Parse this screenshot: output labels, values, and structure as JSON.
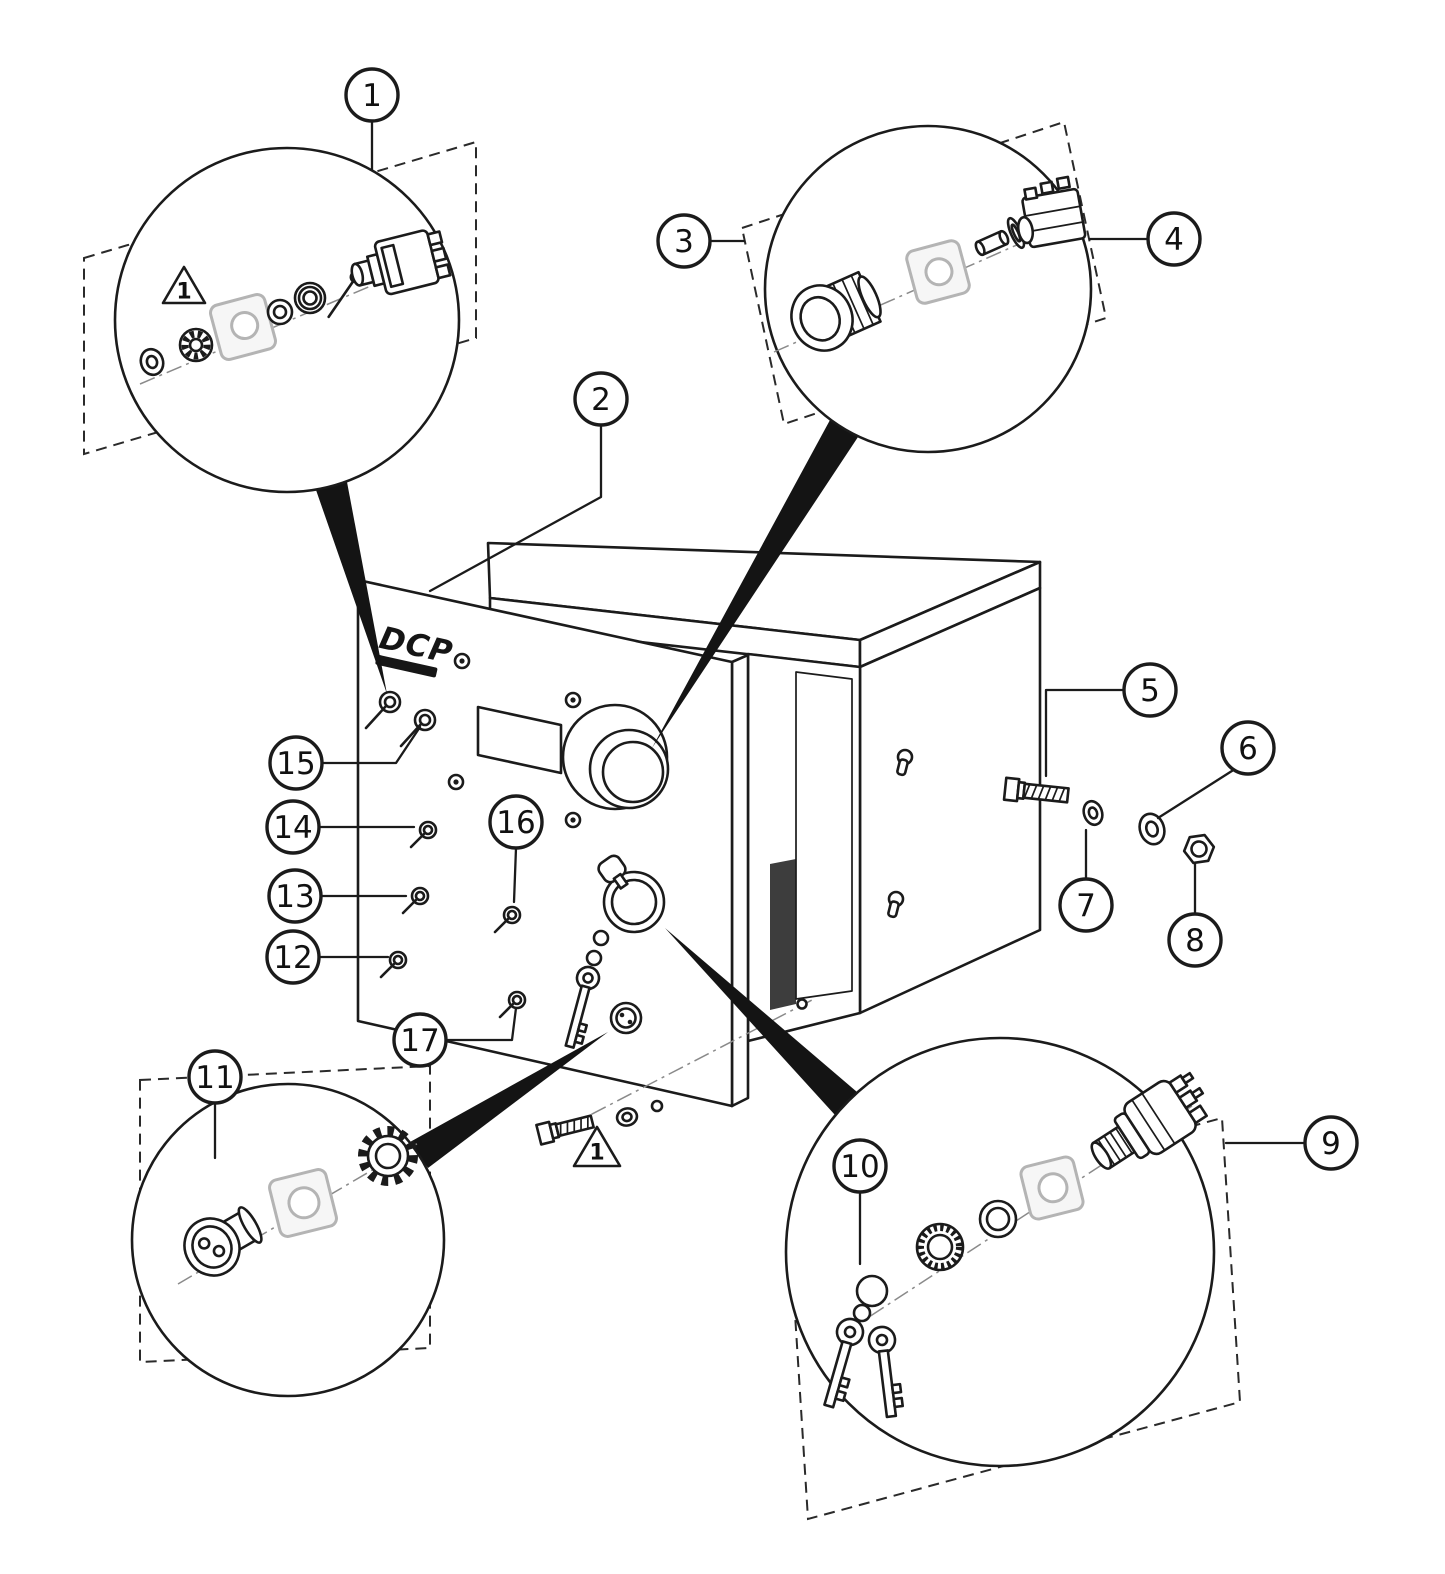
{
  "figure": {
    "panel_logo": "DCP",
    "warning_label": "1",
    "line_color": "#1b1b1b",
    "background_color": "#ffffff",
    "gasket_color": "#b4b4b4"
  },
  "callouts": {
    "c1": "1",
    "c2": "2",
    "c3": "3",
    "c4": "4",
    "c5": "5",
    "c6": "6",
    "c7": "7",
    "c8": "8",
    "c9": "9",
    "c10": "10",
    "c11": "11",
    "c12": "12",
    "c13": "13",
    "c14": "14",
    "c15": "15",
    "c16": "16",
    "c17": "17"
  }
}
